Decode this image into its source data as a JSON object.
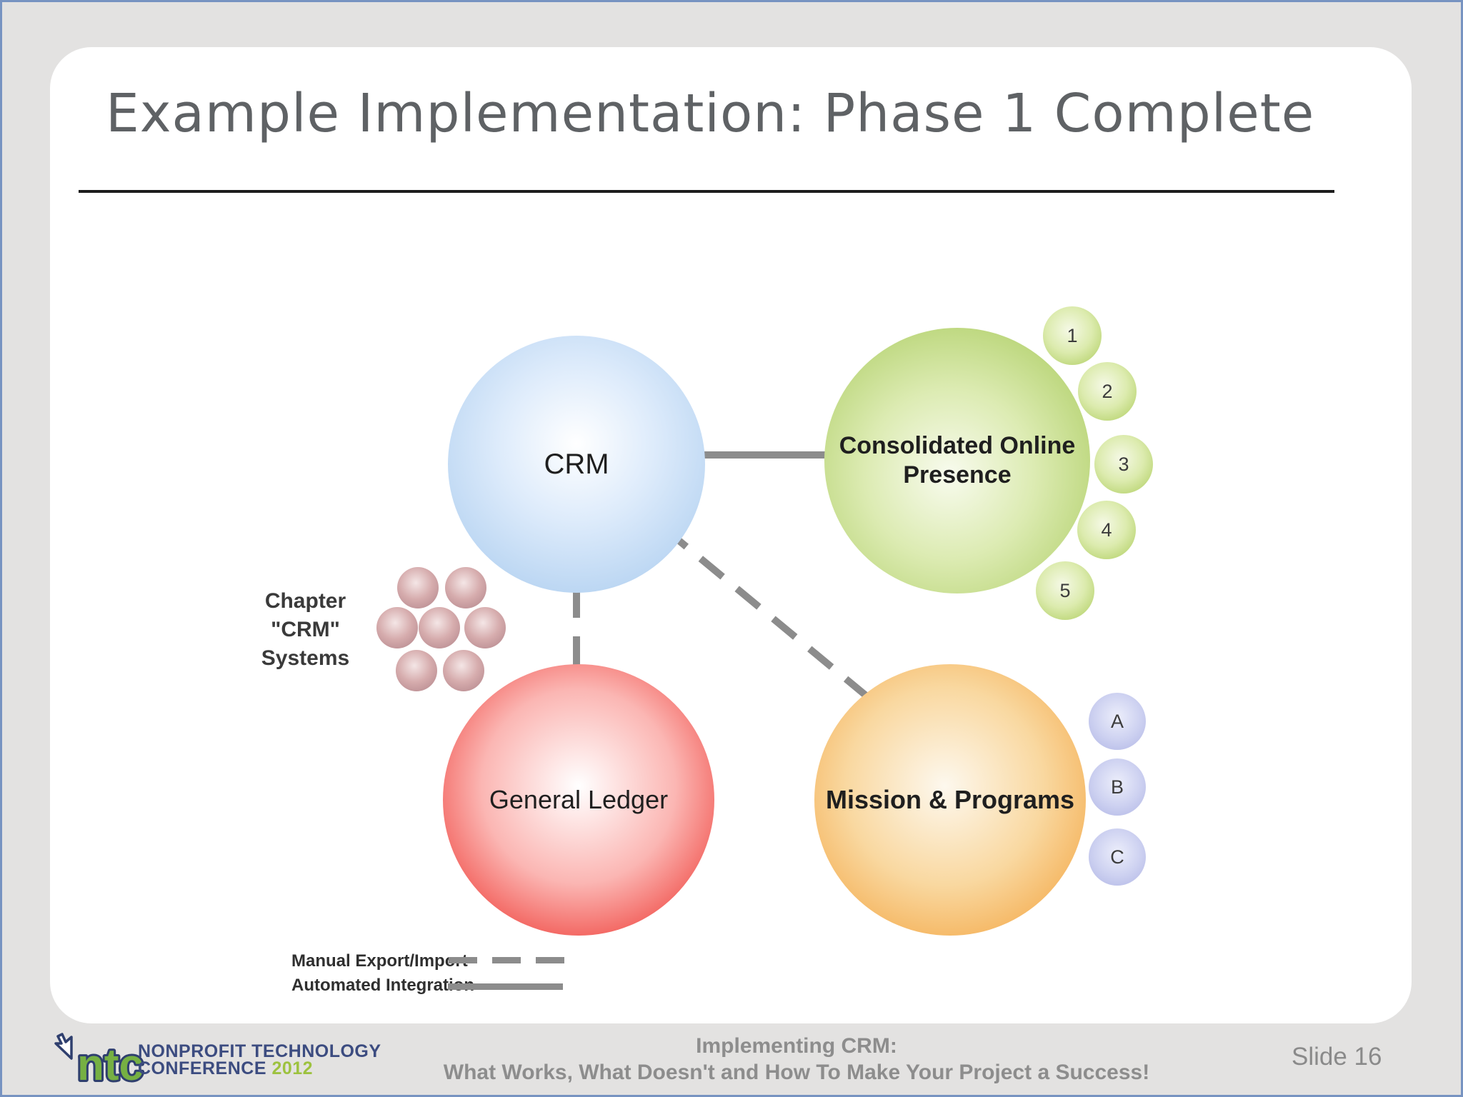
{
  "slide": {
    "title": "Example Implementation: Phase 1 Complete",
    "slide_number": "Slide 16"
  },
  "diagram": {
    "nodes": {
      "crm": {
        "label": "CRM",
        "color": "#a9cbee"
      },
      "online": {
        "label": "Consolidated Online Presence",
        "color": "#a8ca5b"
      },
      "ledger": {
        "label": "General Ledger",
        "color": "#ee352f"
      },
      "mission": {
        "label": "Mission & Programs",
        "color": "#f3a23c"
      }
    },
    "online_satellites": [
      "1",
      "2",
      "3",
      "4",
      "5"
    ],
    "mission_satellites": [
      "A",
      "B",
      "C"
    ],
    "cluster_label_lines": [
      "Chapter",
      "\"CRM\"",
      "Systems"
    ],
    "cluster_sphere_count": 7,
    "legend": [
      {
        "label": "Manual Export/Import",
        "style": "dashed"
      },
      {
        "label": "Automated Integration",
        "style": "solid"
      }
    ],
    "connections": [
      {
        "from": "CRM",
        "to": "Consolidated Online Presence",
        "type": "Automated Integration"
      },
      {
        "from": "CRM",
        "to": "General Ledger",
        "type": "Manual Export/Import"
      },
      {
        "from": "CRM",
        "to": "Mission & Programs",
        "type": "Manual Export/Import"
      }
    ],
    "line_color": "#8c8c8c"
  },
  "footer": {
    "logo_ntc": "ntc",
    "logo_line1": "NONPROFIT TECHNOLOGY",
    "logo_line2": "CONFERENCE",
    "logo_year": "2012",
    "deck_title_line1": "Implementing CRM:",
    "deck_title_line2": "What Works, What Doesn't and How To Make Your Project a Success!"
  }
}
